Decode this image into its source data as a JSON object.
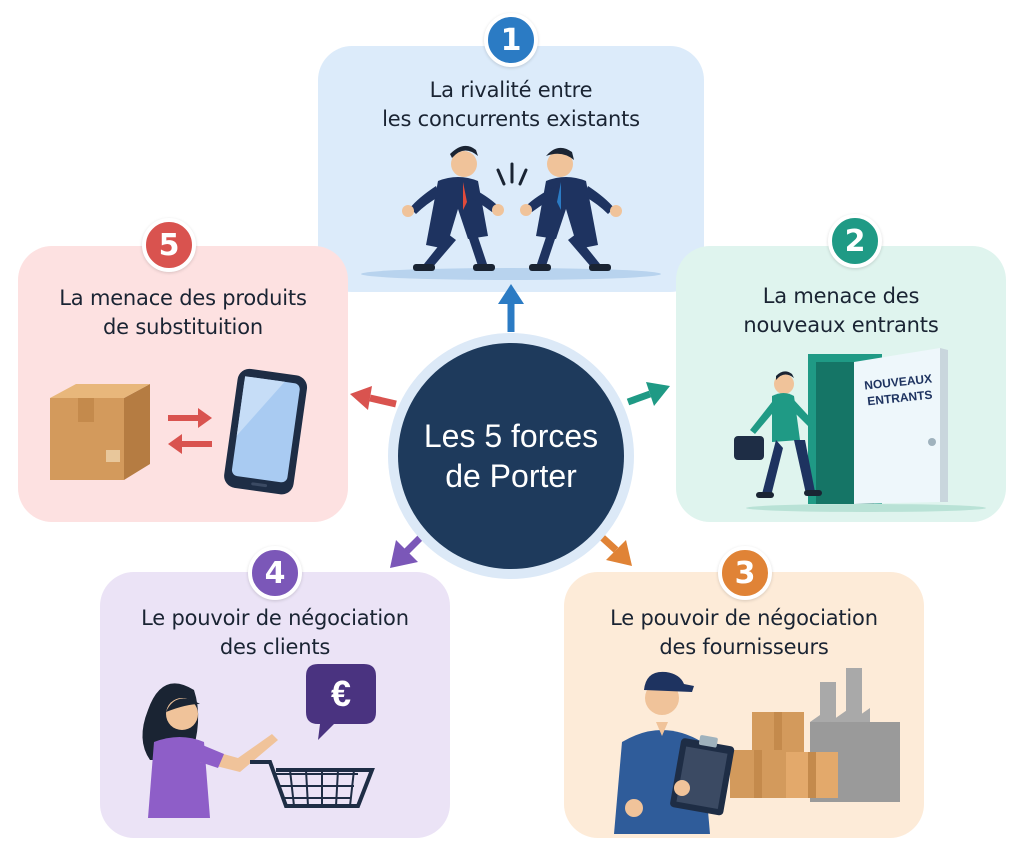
{
  "hub": {
    "title": "Les 5 forces\nde Porter"
  },
  "forces": [
    {
      "number": "1",
      "label": "La rivalité entre\nles concurrents existants",
      "color": "#2b7bc4",
      "bg": "#dcebfa",
      "icon": "business-rivals-icon"
    },
    {
      "number": "2",
      "label": "La menace des\nnouveaux entrants",
      "color": "#1f9a85",
      "bg": "#dff4ee",
      "icon": "new-entrant-door-icon",
      "door_sign": "NOUVEAUX\nENTRANTS"
    },
    {
      "number": "3",
      "label": "Le pouvoir de négociation\ndes fournisseurs",
      "color": "#e08336",
      "bg": "#fdebd8",
      "icon": "supplier-warehouse-icon"
    },
    {
      "number": "4",
      "label": "Le pouvoir de négociation\ndes clients",
      "color": "#7b57b8",
      "bg": "#ebe3f6",
      "icon": "customer-cart-icon",
      "price_symbol": "€"
    },
    {
      "number": "5",
      "label": "La menace des produits\nde substituition",
      "color": "#d9534f",
      "bg": "#fde1e1",
      "icon": "substitute-products-icon"
    }
  ]
}
